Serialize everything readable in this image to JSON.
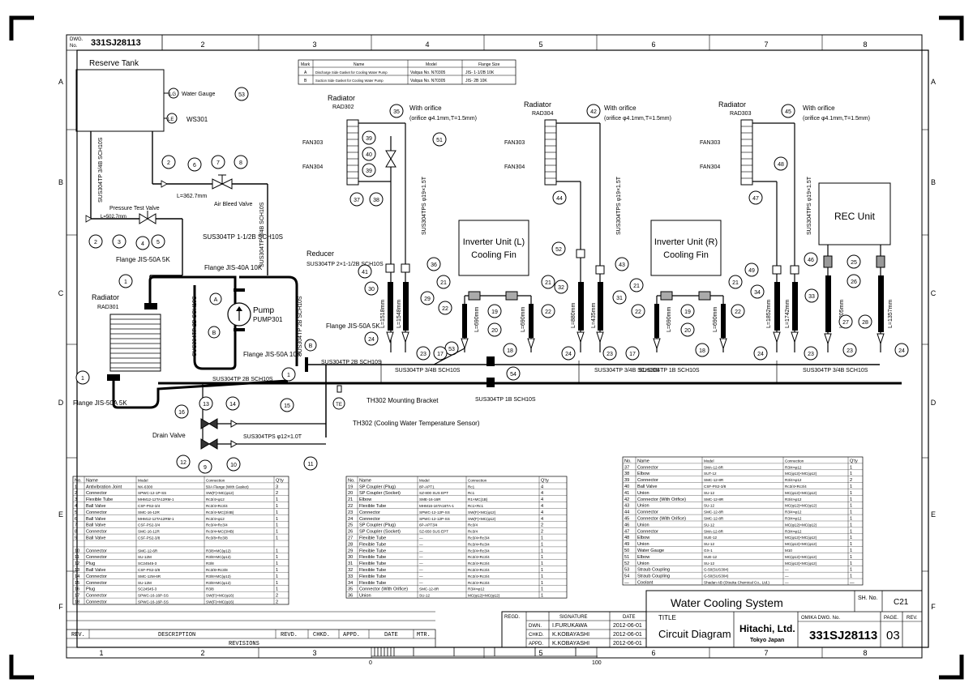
{
  "sheet": {
    "dwg_label": "DWG. No.",
    "dwg_number": "331SJ28113",
    "columns": [
      "1",
      "2",
      "3",
      "4",
      "5",
      "6",
      "7",
      "8"
    ],
    "rows": [
      "A",
      "B",
      "C",
      "D",
      "E",
      "F"
    ]
  },
  "gasket_table": {
    "headers": [
      "Mark",
      "Name",
      "Model",
      "Flange Size"
    ],
    "rows": [
      [
        "A",
        "Discharge Side Gasket for Cooling Water Pump",
        "Valqua No. N70305",
        "JIS- 1-1/2B 10K"
      ],
      [
        "B",
        "Suction Side Gasket for Cooling Water Pump",
        "Valqua No. N70305",
        "JIS- 2B 10K"
      ]
    ]
  },
  "labels": {
    "reserve_tank": "Reserve Tank",
    "lg": "LG",
    "le": "LE",
    "water_gauge": "Water Gauge",
    "ws301": "WS301",
    "pipe_sus304tp_34b": "SUS304TP 3/4B SCH10S",
    "pipe_sus304tp_34b_b": "SUS304TP 3/4B SCH10S",
    "l_362": "L=362.7mm",
    "air_bleed_valve": "Air Bleed Valve",
    "pressure_test_valve": "Pressure Test Valve",
    "l_502": "L=502.7mm",
    "sus304tp_112b": "SUS304TP 1-1/2B SCH10S",
    "reducer": "Reducer",
    "reducer_spec": "SUS304TP 2×1-1/2B SCH10S",
    "flange_40a": "Flange JIS-40A 10K",
    "flange_50a_5k": "Flange JIS-50A 5K",
    "flange_50a_10k": "Flange JIS-50A 10K",
    "flange_50a_5k_b": "Flange JIS-50A 5K",
    "radiator": "Radiator",
    "rad301": "RAD301",
    "pump": "Pump",
    "pump301": "PUMP301",
    "sus304tp_2b": "SUS304TP 2B SCH10S",
    "sus304tp_2b_b": "SUS304TP 2B SCH10S",
    "sus304tp_2b_c": "SUS304TP 2B SCH10S",
    "flange_50a_5k_c": "Flange JIS-50A 5K",
    "drain_valve": "Drain Valve",
    "sus304tps_12": "SUS304TPS φ12×1.0T",
    "te": "TE",
    "th302_bracket": "TH302 Mounting Bracket",
    "th302_sensor": "TH302 (Cooling Water Temperature Sensor)",
    "sus304tp_34b_c": "SUS304TP 3/4B SCH10S",
    "sus304tp_1b": "SUS304TP 1B SCH10S",
    "sus304tp_1b_b": "SUS304TP 1B SCH10S",
    "sus304tp_34b_d": "SUS304TP 3/4B SCH10S",
    "rad302_title": "Radiator",
    "rad302": "RAD302",
    "rad304_title": "Radiator",
    "rad304": "RAD304",
    "rad303_title": "Radiator",
    "rad303": "RAD303",
    "with_orifice": "With orifice",
    "orifice_spec": "(orifice φ4.1mm,T=1.5mm)",
    "fan303": "FAN303",
    "fan304": "FAN304",
    "sus304tps_19": "SUS304TPS φ19×1.5T",
    "inverter_l": "Inverter Unit (L) Cooling Fin",
    "inverter_r": "Inverter Unit (R) Cooling Fin",
    "rec_unit": "REC Unit",
    "l_1518": "L=1518mm",
    "l_1548": "L=1548mm",
    "l_690": "L=690mm",
    "l_880": "L=880mm",
    "l_435": "L=435mm",
    "l_1852": "L=1852mm",
    "l_1742": "L=1742mm",
    "l_1205": "L=1205mm",
    "l_1357": "L=1357mm"
  },
  "parts_table_1": {
    "headers": [
      "No.",
      "Name",
      "Model",
      "Connection",
      "Q'ty"
    ],
    "rows": [
      [
        "1",
        "Antivibration Joint",
        "NK-6300",
        "50A Flange (With Gasket)",
        "3"
      ],
      [
        "2",
        "Connector",
        "SPWC-12-1P-SS",
        "SW(F)×MC(φ12)",
        "2"
      ],
      [
        "3",
        "Flexible Tube",
        "MHM12-12TA12RM-1",
        "Rc3/4×φ12",
        "1"
      ],
      [
        "4",
        "Ball Valve",
        "CSF-PS2-3/4",
        "Rc3/4×Rc3/4",
        "1"
      ],
      [
        "5",
        "Connector",
        "SMC-16-12R",
        "Rc3/4×MC(3/4B)",
        "1"
      ],
      [
        "6",
        "Ball Valve",
        "MHM12-12TA12RM-1",
        "Rc3/4×φ12",
        "1"
      ],
      [
        "7",
        "Ball Valve",
        "CSF-PS2-3/4",
        "Rc3/4×Rc3/4",
        "1"
      ],
      [
        "8",
        "Connector",
        "SMC-16-12R",
        "Rc3/4×MC(3/4B)",
        "1"
      ],
      [
        "9",
        "Ball Valve",
        "CSF-PS2-3/8",
        "Rc3/8×Rc3/8",
        "1"
      ],
      [
        "",
        "",
        "",
        "",
        ""
      ],
      [
        "10",
        "Connector",
        "SMC-12-6R",
        "R3/8×MC(φ12)",
        "1"
      ],
      [
        "11",
        "Connector",
        "SU-12M",
        "R3/8×MC(φ12)",
        "1"
      ],
      [
        "12",
        "Plug",
        "SC24545-3",
        "R3/8",
        "1"
      ],
      [
        "13",
        "Ball Valve",
        "CSF-PS2-3/8",
        "Rc3/8×Rc3/8",
        "1"
      ],
      [
        "14",
        "Connector",
        "SMC-12M-6R",
        "R3/8×MC(φ12)",
        "1"
      ],
      [
        "15",
        "Connector",
        "SU-12M",
        "R3/8×MC(φ12)",
        "1"
      ],
      [
        "16",
        "Plug",
        "SC24545-3",
        "R3/8",
        "1"
      ],
      [
        "17",
        "Connector",
        "SPWC-16-16P-SS",
        "SW(F)×MC(φ16)",
        "2"
      ],
      [
        "18",
        "Connector",
        "SPWC-16-16P-SS",
        "SW(F)×MC(φ16)",
        "2"
      ]
    ]
  },
  "parts_table_2": {
    "headers": [
      "No.",
      "Name",
      "Model",
      "Connection",
      "Q'ty"
    ],
    "rows": [
      [
        "19",
        "SP Coupler (Plug)",
        "8P-APT1",
        "Rc1",
        "4"
      ],
      [
        "20",
        "SP Coupler (Socket)",
        "SZ-800 SUS EPT",
        "Rc1",
        "4"
      ],
      [
        "21",
        "Elbow",
        "SME-16-16R",
        "R1×MC(1B)",
        "4"
      ],
      [
        "22",
        "Flexible Tube",
        "MHM16-16TA16TA-1",
        "Rc1×Rc1",
        "4"
      ],
      [
        "23",
        "Connector",
        "SPWC-12-12P-SS",
        "SW(F)×MC(φ12)",
        "4"
      ],
      [
        "24",
        "Connector",
        "SPWC-12-12P-SS",
        "SW(F)×MC(φ12)",
        "4"
      ],
      [
        "25",
        "SP Coupler (Plug)",
        "6P-APT3/4",
        "Rc3/4",
        "2"
      ],
      [
        "26",
        "SP Coupler (Socket)",
        "SZ-650 SUS EPT",
        "Rc3/4",
        "2"
      ],
      [
        "27",
        "Flexible Tube",
        "—",
        "Rc3/4×Rc3/4",
        "1"
      ],
      [
        "28",
        "Flexible Tube",
        "—",
        "Rc3/4×Rc3/4",
        "1"
      ],
      [
        "29",
        "Flexible Tube",
        "—",
        "Rc3/4×Rc3/4",
        "1"
      ],
      [
        "30",
        "Flexible Tube",
        "—",
        "Rc3/4×Rc3/4",
        "1"
      ],
      [
        "31",
        "Flexible Tube",
        "—",
        "Rc3/4×Rc3/4",
        "1"
      ],
      [
        "32",
        "Flexible Tube",
        "—",
        "Rc3/4×Rc3/4",
        "1"
      ],
      [
        "33",
        "Flexible Tube",
        "—",
        "Rc3/4×Rc3/4",
        "1"
      ],
      [
        "34",
        "Flexible Tube",
        "—",
        "Rc3/4×Rc3/4",
        "1"
      ],
      [
        "35",
        "Connector (With Orifice)",
        "SMC-12-8R",
        "R3/4×φ12",
        "1"
      ],
      [
        "36",
        "Union",
        "SU-12",
        "MC(φ12)×MC(φ12)",
        "1"
      ]
    ]
  },
  "parts_table_3": {
    "headers": [
      "No.",
      "Name",
      "Model",
      "Connection",
      "Q'ty"
    ],
    "rows": [
      [
        "37",
        "Connector",
        "SMA-12-8R",
        "R3/4×φ12",
        "1"
      ],
      [
        "38",
        "Elbow",
        "SUT-12",
        "MC(φ12)×MC(φ12)",
        "1"
      ],
      [
        "39",
        "Connector",
        "SMC-12-8R",
        "R3/4×φ12",
        "2"
      ],
      [
        "40",
        "Ball Valve",
        "CSF-PS2-3/8",
        "Rc3/4×Rc3/4",
        "1"
      ],
      [
        "41",
        "Union",
        "SU-12",
        "MC(φ12)×MC(φ12)",
        "1"
      ],
      [
        "42",
        "Connector (With Orifice)",
        "SMC-12-8R",
        "R3/4×φ12",
        "1"
      ],
      [
        "43",
        "Union",
        "SU-12",
        "MC(φ12)×MC(φ12)",
        "1"
      ],
      [
        "44",
        "Connector",
        "SMC-12-8R",
        "R3/4×φ12",
        "1"
      ],
      [
        "45",
        "Connector (With Orifice)",
        "SMC-12-8R",
        "R3/4×φ12",
        "1"
      ],
      [
        "46",
        "Union",
        "SU-12",
        "MC(φ12)×MC(φ12)",
        "1"
      ],
      [
        "47",
        "Connector",
        "SMA-12-8R",
        "R3/4×φ12",
        "1"
      ],
      [
        "48",
        "Elbow",
        "SUE-12",
        "MC(φ12)×MC(φ12)",
        "1"
      ],
      [
        "49",
        "Union",
        "SU-12",
        "MC(φ12)×MC(φ12)",
        "1"
      ],
      [
        "50",
        "Water Gauge",
        "GX-1",
        "M10",
        "1"
      ],
      [
        "51",
        "Elbow",
        "SUE-12",
        "MC(φ12)×MC(φ12)",
        "1"
      ],
      [
        "52",
        "Union",
        "SU-12",
        "MC(φ12)×MC(φ12)",
        "1"
      ],
      [
        "53",
        "Straub Coupling",
        "G-50(SUS304)",
        "—",
        "1"
      ],
      [
        "54",
        "Straub Coupling",
        "G-50(SUS304)",
        "—",
        "1"
      ],
      [
        "—",
        "Coolant",
        "Shadan AB (Otsuka Chemical Co., Ltd.)",
        "—",
        "—"
      ]
    ]
  },
  "title_block": {
    "drawing_title": "Water Cooling System",
    "sh_no_label": "SH. No.",
    "sh_no": "C21",
    "title_label": "TITLE",
    "title": "Circuit Diagram",
    "company": "Hitachi, Ltd.",
    "company_sub": "Tokyo Japan",
    "omika_label": "OMIKA DWG. No.",
    "omika_number": "331SJ28113",
    "page_label": "PAGE.",
    "page": "03",
    "rev_label": "REV.",
    "regd": "REGD.",
    "signature": "SIGNATURE",
    "date": "DATE",
    "dwn": "DWN.",
    "chkd": "CHKD.",
    "appd": "APPD.",
    "dwn_name": "I.FURUKAWA",
    "chkd_name": "K.KOBAYASHI",
    "appd_name": "K.KOBAYASHI",
    "dwn_date": "2012-06-01",
    "chkd_date": "2012-06-01",
    "appd_date": "2012-06-01"
  },
  "revision_block": {
    "rev": "REV.",
    "description": "DESCRIPTION",
    "revd": "REVD.",
    "chkd": "CHKD.",
    "appd": "APPD.",
    "date": "DATE",
    "mtr": "MTR.",
    "revisions": "REVISIONS"
  },
  "scale": {
    "start": "0",
    "end": "100"
  }
}
